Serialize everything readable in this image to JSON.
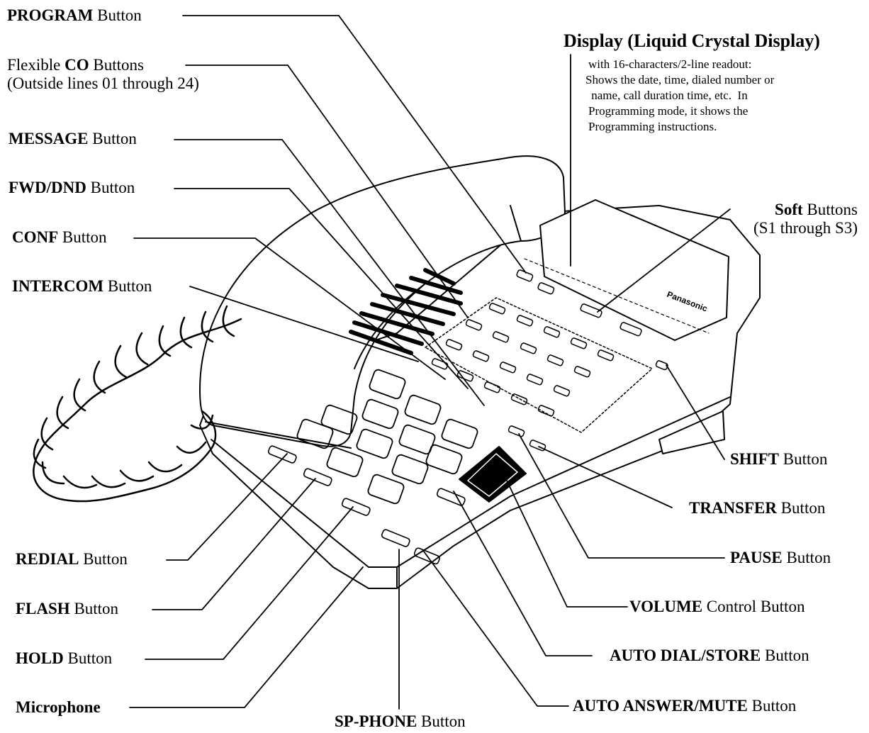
{
  "labels_left": [
    {
      "key": "program",
      "bold": "PROGRAM",
      "rest": " Button"
    },
    {
      "key": "co",
      "pre": "Flexible ",
      "bold": "CO",
      "rest": " Buttons",
      "line2": "(Outside lines 01 through 24)"
    },
    {
      "key": "message",
      "bold": "MESSAGE",
      "rest": " Button"
    },
    {
      "key": "fwd",
      "bold": "FWD/DND",
      "rest": " Button"
    },
    {
      "key": "conf",
      "bold": "CONF",
      "rest": " Button"
    },
    {
      "key": "intercom",
      "bold": "INTERCOM",
      "rest": " Button"
    },
    {
      "key": "redial",
      "bold": "REDIAL",
      "rest": " Button"
    },
    {
      "key": "flash",
      "bold": "FLASH",
      "rest": " Button"
    },
    {
      "key": "hold",
      "bold": "HOLD",
      "rest": " Button"
    },
    {
      "key": "microphone",
      "bold": "Microphone",
      "rest": ""
    }
  ],
  "labels_right": [
    {
      "key": "shift",
      "bold": "SHIFT",
      "rest": " Button"
    },
    {
      "key": "transfer",
      "bold": "TRANSFER",
      "rest": " Button"
    },
    {
      "key": "pause",
      "bold": "PAUSE",
      "rest": " Button"
    },
    {
      "key": "volume",
      "bold": "VOLUME",
      "rest": " Control Button"
    },
    {
      "key": "autodial",
      "bold": "AUTO DIAL/STORE",
      "rest": " Button"
    },
    {
      "key": "autoanswer",
      "bold": "AUTO ANSWER/MUTE",
      "rest": " Button"
    }
  ],
  "soft": {
    "bold": "Soft",
    "rest": " Buttons",
    "line2": "(S1 through S3)"
  },
  "spphone": {
    "bold": "SP-PHONE",
    "rest": " Button"
  },
  "display": {
    "title": "Display (Liquid Crystal Display)",
    "lines": [
      "with 16-characters/2-line readout:",
      "Shows the date, time, dialed number or",
      " name, call duration time, etc.  In",
      "Programming mode, it shows the",
      "Programming instructions."
    ]
  },
  "brand": "Panasonic"
}
